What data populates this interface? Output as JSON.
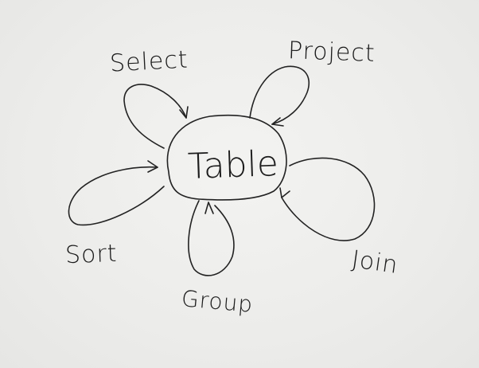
{
  "center_node": {
    "label": "Table"
  },
  "operations": {
    "select": "Select",
    "project": "Project",
    "sort": "Sort",
    "group": "Group",
    "join": "Join"
  }
}
